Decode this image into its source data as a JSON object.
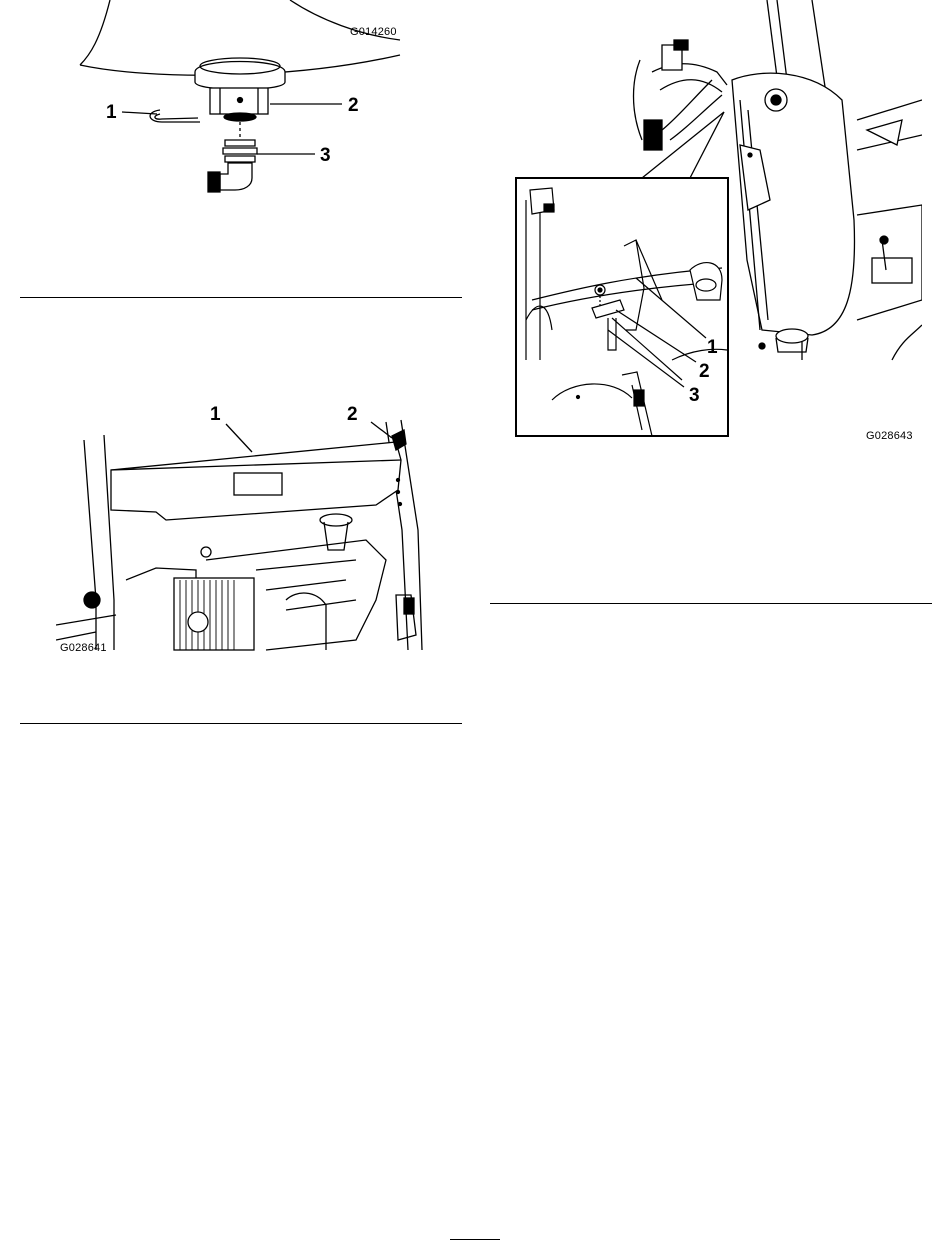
{
  "figures": [
    {
      "id": "G014260",
      "callouts": [
        "1",
        "2",
        "3"
      ]
    },
    {
      "id": "G028641",
      "callouts": [
        "1",
        "2"
      ]
    },
    {
      "id": "G028643",
      "callouts": [
        "1",
        "2",
        "3"
      ]
    }
  ]
}
